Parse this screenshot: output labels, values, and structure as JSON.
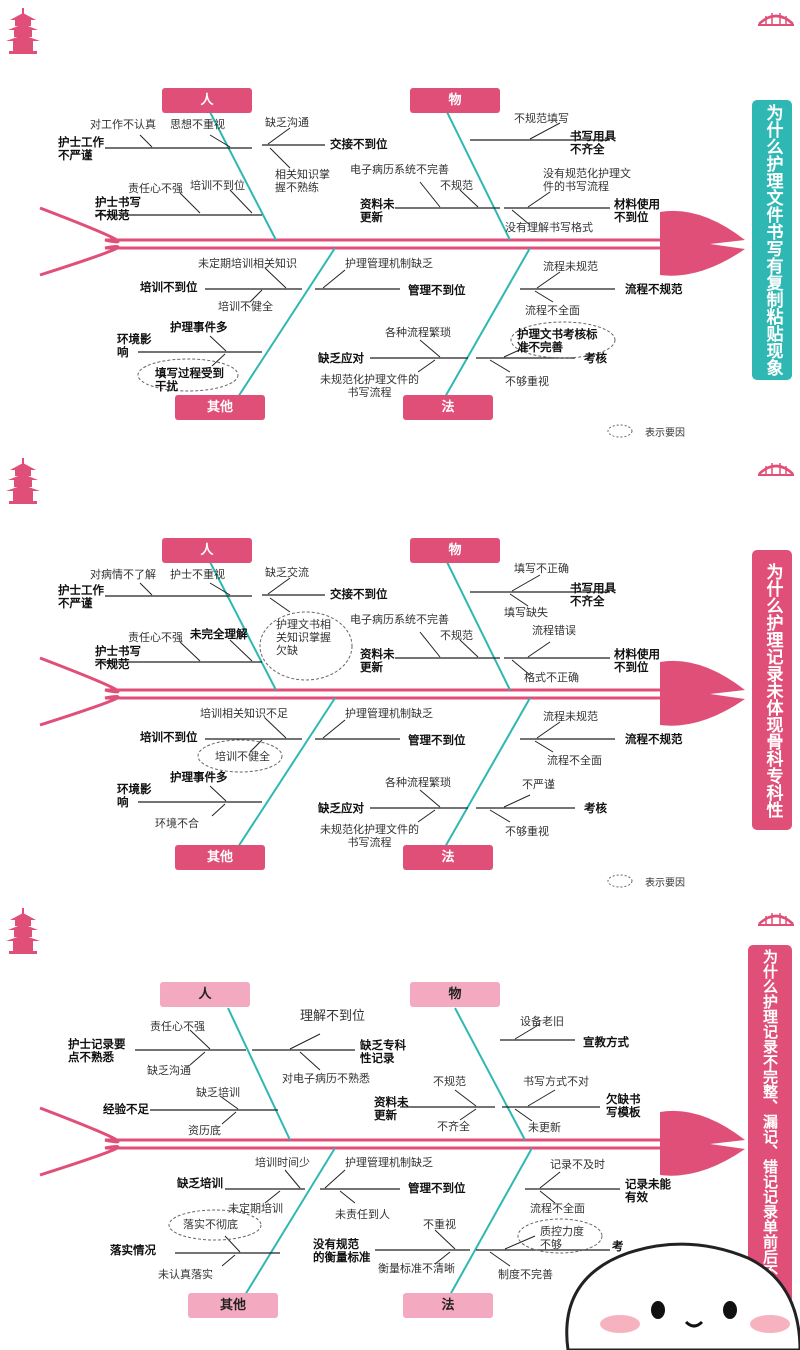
{
  "legend_text": "表示要因",
  "icon_names": [
    "pagoda-icon",
    "bridge-icon",
    "smiley-face-icon"
  ],
  "colors": {
    "pink": "#e04f78",
    "light_pink": "#f3a9bf",
    "teal": "#2fb8b3"
  },
  "panel1": {
    "side_title": "为什么护理文件书写有复制粘贴现象",
    "cats": {
      "ren": "人",
      "wu": "物",
      "qita": "其他",
      "fa": "法"
    },
    "texts": {
      "a1": "对工作不认真",
      "a2": "思想不重视",
      "a3": "缺乏沟通",
      "a4": "护士工作\n不严谨",
      "a5": "交接不到位",
      "a6": "相关知识掌\n握不熟练",
      "a7": "责任心不强",
      "a8": "培训不到位",
      "a9": "护士书写\n不规范",
      "b1": "不规范填写",
      "b2": "书写用具\n不齐全",
      "b3": "电子病历系统不完善",
      "b4": "不规范",
      "b5": "没有规范化护理文\n件的书写流程",
      "b6": "资料未\n更新",
      "b7": "材料使用\n不到位",
      "b8": "没有理解书写格式",
      "c1": "未定期培训相关知识",
      "c2": "培训不到位",
      "c3": "培训不健全",
      "c4": "环境影\n响",
      "c5": "护理事件多",
      "c6": "填写过程受到\n干扰",
      "d1": "护理管理机制缺乏",
      "d2": "管理不到位",
      "d3": "流程未规范",
      "d4": "流程不规范",
      "d5": "流程不全面",
      "d6": "各种流程繁琐",
      "d7": "护理文书考核标\n准不完善",
      "d8": "缺乏应对",
      "d9": "考核",
      "d10": "未规范化护理文件的\n书写流程",
      "d11": "不够重视"
    }
  },
  "panel2": {
    "side_title": "为什么护理记录未体现骨科专科性",
    "cats": {
      "ren": "人",
      "wu": "物",
      "qita": "其他",
      "fa": "法"
    },
    "texts": {
      "a1": "对病情不了解",
      "a2": "护士不重视",
      "a3": "缺乏交流",
      "a4": "护士工作\n不严谨",
      "a5": "交接不到位",
      "a6": "护理文书相\n关知识掌握\n欠缺",
      "a7": "责任心不强",
      "a8": "未完全理解",
      "a9": "护士书写\n不规范",
      "b1": "填写不正确",
      "b2": "书写用具\n不齐全",
      "b3": "填写缺失",
      "b4": "电子病历系统不完善",
      "b5": "流程错误",
      "b6": "不规范",
      "b7": "资料未\n更新",
      "b8": "材料使用\n不到位",
      "b9": "格式不正确",
      "c1": "培训相关知识不足",
      "c2": "培训不到位",
      "c3": "培训不健全",
      "c4": "环境影\n响",
      "c5": "护理事件多",
      "c6": "环境不合",
      "d1": "护理管理机制缺乏",
      "d2": "管理不到位",
      "d3": "流程未规范",
      "d4": "流程不规范",
      "d5": "流程不全面",
      "d6": "各种流程繁琐",
      "d7": "不严谨",
      "d8": "缺乏应对",
      "d9": "考核",
      "d10": "未规范化护理文件的\n书写流程",
      "d11": "不够重视"
    }
  },
  "panel3": {
    "side_title": "为什么护理记录不完整、漏记、错记记录单前后不连贯",
    "cats": {
      "ren": "人",
      "wu": "物",
      "qita": "其他",
      "fa": "法"
    },
    "texts": {
      "a1": "责任心不强",
      "a2": "理解不到位",
      "a3": "护士记录要\n点不熟悉",
      "a4": "缺乏专科\n性记录",
      "a5": "缺乏沟通",
      "a6": "对电子病历不熟悉",
      "a7": "缺乏培训",
      "a8": "经验不足",
      "a9": "资历底",
      "b1": "设备老旧",
      "b2": "宣教方式",
      "b3": "不规范",
      "b4": "书写方式不对",
      "b5": "资料未\n更新",
      "b6": "欠缺书\n写模板",
      "b7": "不齐全",
      "b8": "未更新",
      "c1": "培训时间少",
      "c2": "缺乏培训",
      "c3": "未定期培训",
      "c4": "落实不彻底",
      "c5": "落实情况",
      "c6": "未认真落实",
      "d1": "护理管理机制缺乏",
      "d2": "管理不到位",
      "d3": "未责任到人",
      "d4": "记录不及时",
      "d5": "记录未能\n有效",
      "d6": "流程不全面",
      "d7": "质控力度\n不够",
      "d8": "不重视",
      "d9": "没有规范\n的衡量标准",
      "d10": "衡量标准不清晰",
      "d11": "制度不完善",
      "d12": "考"
    }
  }
}
